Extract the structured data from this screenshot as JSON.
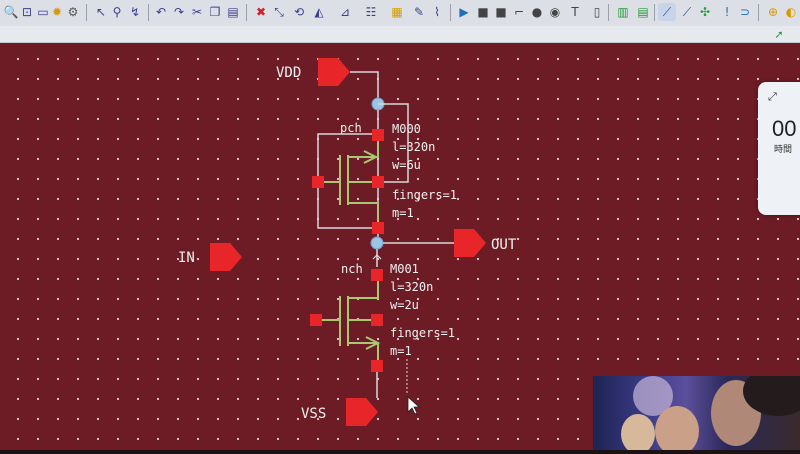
{
  "toolbar": {
    "row1_icons": [
      "search-icon",
      "zoom-fit-icon",
      "minus-icon",
      "sun-icon",
      "gear-icon",
      "pointer-icon",
      "probe-icon",
      "wire-icon",
      "undo-icon",
      "redo-icon",
      "cut-icon",
      "copy-icon",
      "paste-icon",
      "delete-icon",
      "move-icon",
      "rotate-icon",
      "mirror-icon",
      "align-icon",
      "grid-icon",
      "properties-icon",
      "run-icon",
      "stop-icon",
      "square-icon",
      "step-icon",
      "circle-icon",
      "record-icon",
      "text-icon",
      "page-icon",
      "chip-icon",
      "wire-tool-icon",
      "net-icon",
      "pin-icon",
      "label-icon",
      "warning-icon",
      "back-icon"
    ]
  },
  "schematic": {
    "ports": {
      "vdd": "VDD",
      "in": "IN",
      "out": "OUT",
      "vss": "VSS"
    },
    "pmos": {
      "type": "pch",
      "name": "M000",
      "l": "l=320n",
      "w": "w=6u",
      "fingers": "fingers=1",
      "m": "m=1"
    },
    "nmos": {
      "type": "nch",
      "name": "M001",
      "l": "l=320n",
      "w": "w=2u",
      "fingers": "fingers=1",
      "m": "m=1"
    }
  },
  "clock_widget": {
    "time": "00",
    "label": "時間"
  },
  "colors": {
    "canvas": "#6d1c26",
    "port": "#e8262a",
    "wire": "#d8d8d8",
    "device": "#a8c870",
    "node": "#9cc4e4"
  }
}
